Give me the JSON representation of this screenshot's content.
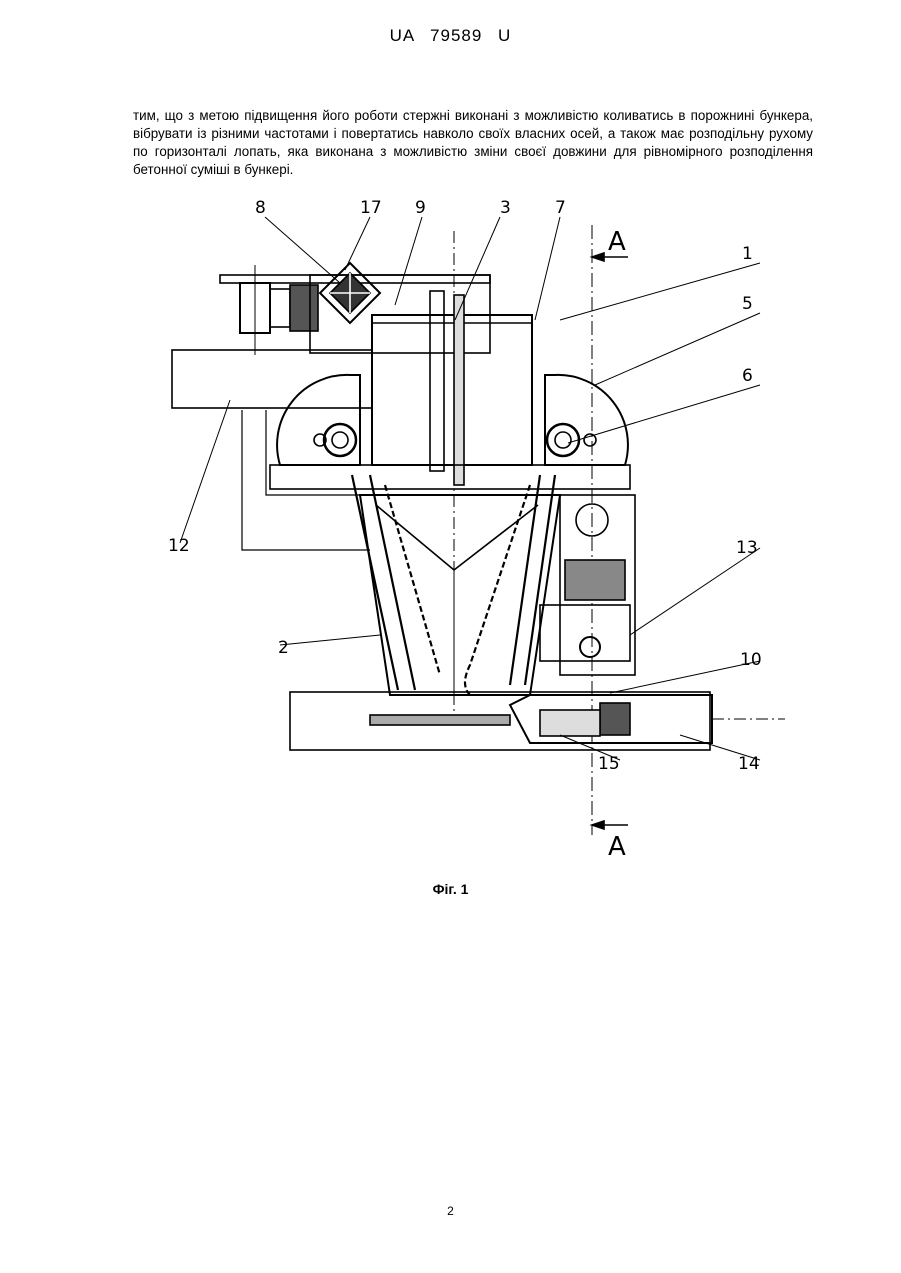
{
  "header": {
    "doc_number": "UA   79589   U"
  },
  "body_text": "тим, що з метою підвищення його роботи стержні виконані з можливістю коливатись в порожнині бункера, вібрувати із різними частотами і повертатись навколо своїх власних осей, а також має розподільну рухому по горизонталі лопать, яка виконана з можливістю зміни своєї довжини для рівномірного розподілення бетонної суміші в бункері.",
  "figure": {
    "caption": "Фіг. 1",
    "section_labels": [
      "A",
      "A"
    ],
    "callouts": [
      "8",
      "17",
      "9",
      "3",
      "7",
      "1",
      "5",
      "6",
      "12",
      "13",
      "2",
      "10",
      "15",
      "14"
    ]
  },
  "page_number": "2"
}
